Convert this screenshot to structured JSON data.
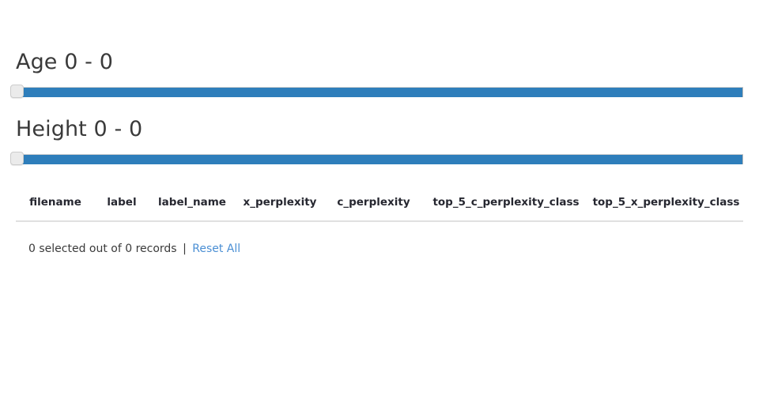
{
  "theme": {
    "background": "#ffffff",
    "slider_fill": "#2e7ebb",
    "slider_handle": "#ebebeb",
    "link_color": "#4b8fd4",
    "text_color": "#3a3a3a",
    "header_text_color": "#262730",
    "divider_color": "#e0e0e0"
  },
  "filters": [
    {
      "name": "age",
      "label": "Age 0 - 0",
      "min_value": "0",
      "max_value": "0"
    },
    {
      "name": "height",
      "label": "Height 0 - 0",
      "min_value": "0",
      "max_value": "0"
    }
  ],
  "table": {
    "columns": [
      "filename",
      "label",
      "label_name",
      "x_perplexity",
      "c_perplexity",
      "top_5_c_perplexity_class",
      "top_5_x_perplexity_class"
    ],
    "rows": []
  },
  "status": {
    "summary": "0 selected out of 0 records",
    "separator": "|",
    "reset_label": "Reset All",
    "selected_count": 0,
    "total_records": 0
  }
}
